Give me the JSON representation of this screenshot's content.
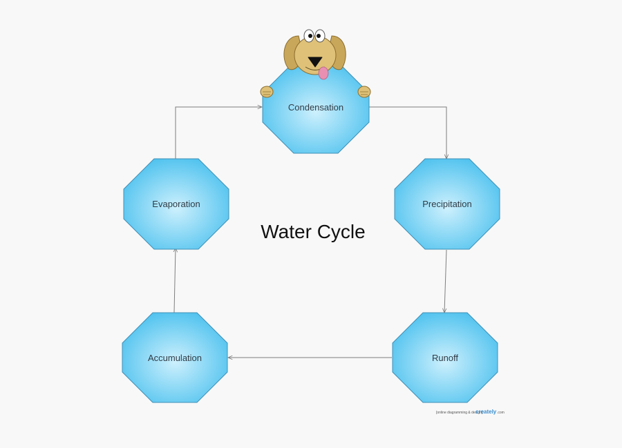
{
  "diagram": {
    "title": "Water Cycle",
    "nodes": {
      "condensation": "Condensation",
      "precipitation": "Precipitation",
      "runoff": "Runoff",
      "accumulation": "Accumulation",
      "evaporation": "Evaporation"
    },
    "edges": [
      {
        "from": "Condensation",
        "to": "Precipitation"
      },
      {
        "from": "Precipitation",
        "to": "Runoff"
      },
      {
        "from": "Runoff",
        "to": "Accumulation"
      },
      {
        "from": "Accumulation",
        "to": "Evaporation"
      },
      {
        "from": "Evaporation",
        "to": "Condensation"
      }
    ]
  },
  "watermark": {
    "prefix": "[online diagramming & design]",
    "brand": "creately",
    "suffix": ".com"
  },
  "colors": {
    "node_center": "#cdf0fd",
    "node_edge": "#4cc1ee",
    "node_stroke": "#3f8fb6",
    "connector": "#7d7d7d",
    "background": "#f8f8f8",
    "dog_fur": "#dfc178",
    "dog_ear": "#c9a75a",
    "dog_tongue": "#e88fb2"
  },
  "icons": {
    "mascot": "cartoon-dog-icon"
  }
}
